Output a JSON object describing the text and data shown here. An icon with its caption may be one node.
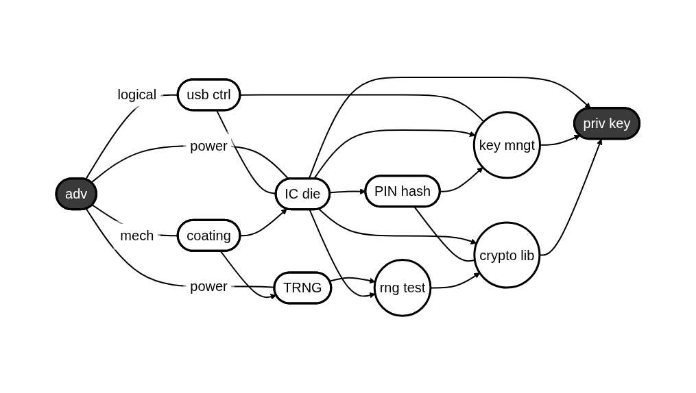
{
  "diagram": {
    "nodes": [
      {
        "text": [
          "usb ctrl"
        ]
      },
      {
        "text": [
          "adv"
        ]
      },
      {
        "text": [
          "TRNG"
        ]
      },
      {
        "text": [
          "rng test"
        ]
      },
      {
        "text": [
          "priv key"
        ]
      },
      {
        "text": [
          "IC die"
        ]
      },
      {
        "text": [
          "key mngt"
        ]
      },
      {
        "text": [
          "coating"
        ]
      },
      {
        "text": [
          "crypto lib"
        ]
      },
      {
        "text": [
          "PIN hash"
        ]
      }
    ],
    "edges": [
      {
        "from": 1,
        "to": 0,
        "arrow": "none",
        "label": "logical"
      },
      {
        "from": 1,
        "to": 2,
        "arrow": "none",
        "label": "power"
      },
      {
        "from": 1,
        "to": 5,
        "arrow": "none",
        "label": "power"
      },
      {
        "from": 1,
        "to": 7,
        "arrow": "none",
        "label": "mech"
      },
      {
        "from": 0,
        "to": 5,
        "arrow": "none"
      },
      {
        "from": 0,
        "to": 6,
        "arrow": "none"
      },
      {
        "from": 2,
        "to": 3,
        "arrow": "to"
      },
      {
        "from": 7,
        "to": 2,
        "arrow": "to"
      },
      {
        "from": 7,
        "to": 5,
        "arrow": "to"
      },
      {
        "from": 5,
        "to": 3,
        "arrow": "to"
      },
      {
        "from": 5,
        "to": 4,
        "arrow": "to"
      },
      {
        "from": 5,
        "to": 6,
        "arrow": "to"
      },
      {
        "from": 5,
        "to": 9,
        "arrow": "to"
      },
      {
        "from": 5,
        "to": 8,
        "arrow": "to"
      },
      {
        "from": 9,
        "to": 6,
        "arrow": "to"
      },
      {
        "from": 9,
        "to": 8,
        "arrow": "none"
      },
      {
        "from": 6,
        "to": 4,
        "arrow": "to"
      },
      {
        "from": 3,
        "to": 8,
        "arrow": "to"
      },
      {
        "from": 8,
        "to": 4,
        "arrow": "to"
      }
    ]
  }
}
